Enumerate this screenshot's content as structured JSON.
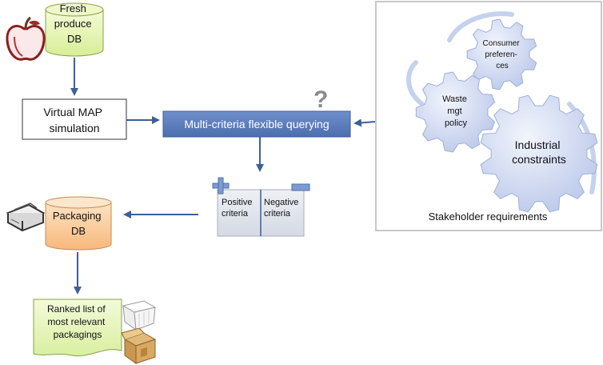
{
  "nodes": {
    "fresh_produce_db": [
      "Fresh",
      "produce",
      "DB"
    ],
    "virtual_map": [
      "Virtual MAP",
      "simulation"
    ],
    "querying": "Multi-criteria flexible querying",
    "question_mark": "?",
    "criteria": {
      "positive": [
        "Positive",
        "criteria"
      ],
      "negative": [
        "Negative",
        "criteria"
      ],
      "plus": "+",
      "minus": "−"
    },
    "packaging_db": [
      "Packaging",
      "DB"
    ],
    "ranked_list": [
      "Ranked list of",
      "most relevant",
      "packagings"
    ]
  },
  "stakeholder_panel": {
    "caption": "Stakeholder requirements",
    "gears": {
      "consumer": [
        "Consumer",
        "preferen-",
        "ces"
      ],
      "waste": [
        "Waste",
        "mgt",
        "policy"
      ],
      "industrial": [
        "Industrial",
        "constraints"
      ]
    }
  },
  "colors": {
    "db_green": "#e6f5b8",
    "db_orange": "#fbd3a6",
    "query_box": "#5b7fc0",
    "arrow": "#3e5f98",
    "gear": "#c8d4ef",
    "criteria_bg": "#dfe3ec"
  },
  "icons": [
    "apple-icon",
    "question-mark-icon",
    "printer-icon",
    "white-tray-icon",
    "cardboard-box-icon"
  ]
}
